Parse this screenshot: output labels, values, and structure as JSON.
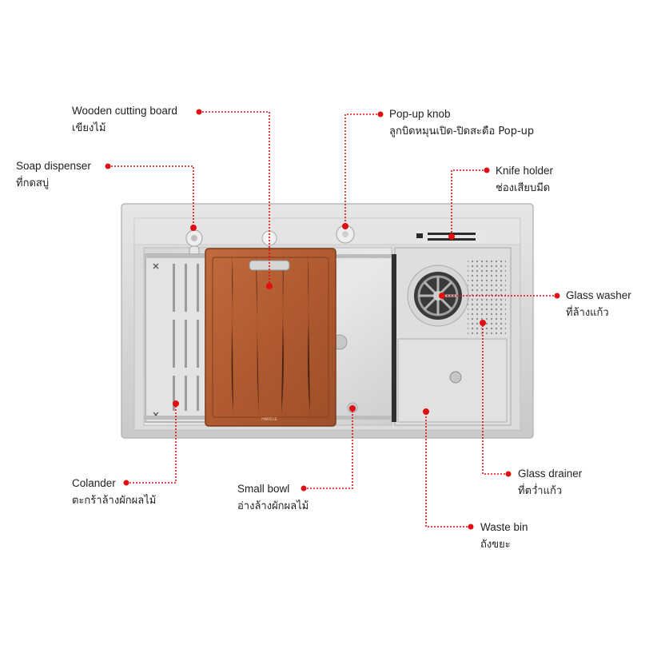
{
  "colors": {
    "callout": "#e10f12",
    "steel": "#d8d8d8",
    "wood": "#b5643a"
  },
  "brand_mark": "HAFELE",
  "callouts": [
    {
      "id": "wooden-cutting-board",
      "en": "Wooden cutting board",
      "th": "เขียงไม้"
    },
    {
      "id": "soap-dispenser",
      "en": "Soap dispenser",
      "th": "ที่กดสบู่"
    },
    {
      "id": "pop-up-knob",
      "en": "Pop-up knob",
      "th": "ลูกบิดหมุนเปิด-ปิดสะดือ Pop-up"
    },
    {
      "id": "knife-holder",
      "en": "Knife holder",
      "th": "ช่องเสียบมีด"
    },
    {
      "id": "glass-washer",
      "en": "Glass washer",
      "th": "ที่ล้างแก้ว"
    },
    {
      "id": "colander",
      "en": "Colander",
      "th": "ตะกร้าล้างผักผลไม้"
    },
    {
      "id": "small-bowl",
      "en": "Small bowl",
      "th": "อ่างล้างผักผลไม้"
    },
    {
      "id": "glass-drainer",
      "en": "Glass drainer",
      "th": "ที่ตว่ำแก้ว"
    },
    {
      "id": "waste-bin",
      "en": "Waste bin",
      "th": "ถังขยะ"
    }
  ]
}
